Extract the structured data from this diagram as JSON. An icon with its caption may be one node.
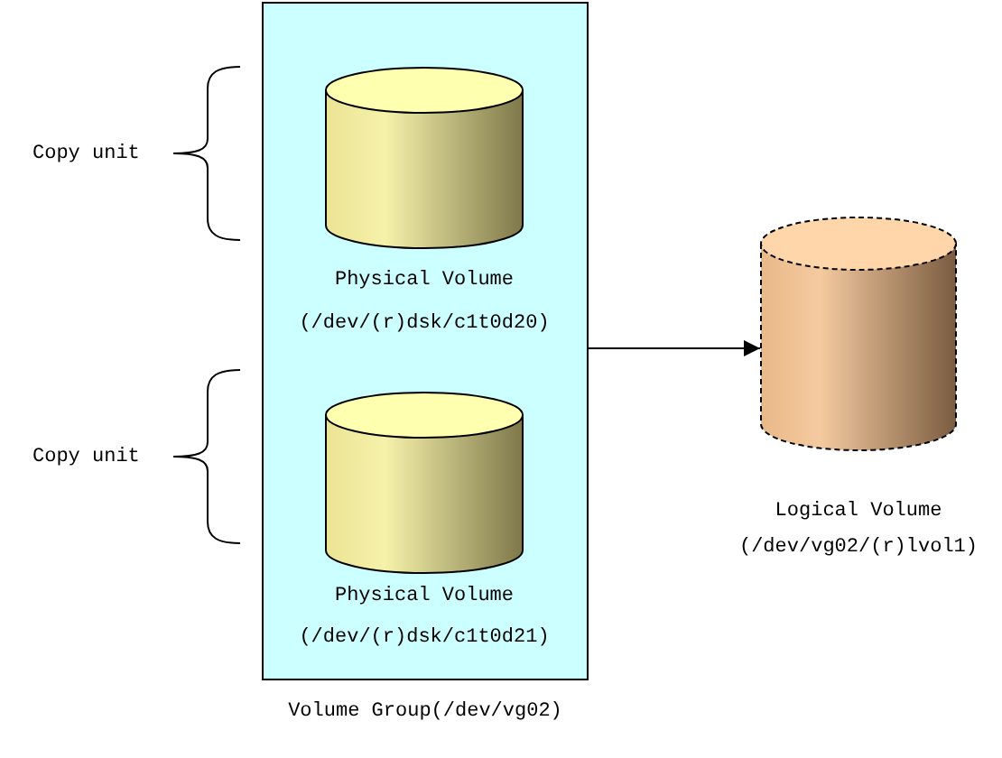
{
  "diagram": {
    "nodes": [
      {
        "text": [
          "Volume Group(/dev/vg02)"
        ]
      },
      {
        "text": [],
        "shape": "cylinder",
        "in": 0,
        "beside": [
          "Physical Volume",
          "(/dev/(r)dsk/c1t0d20)"
        ]
      },
      {
        "text": [],
        "shape": "cylinder",
        "in": 0,
        "beside": [
          "Physical Volume",
          "(/dev/(r)dsk/c1t0d21)"
        ]
      },
      {
        "text": [],
        "shape": "cylinder",
        "beside": [
          "Logical Volume",
          "(/dev/vg02/(r)lvol1)"
        ]
      }
    ],
    "edges": [
      {
        "from": 0,
        "to": 3,
        "arrow": "to"
      }
    ],
    "labels": [
      "Copy unit",
      "Copy unit"
    ]
  }
}
